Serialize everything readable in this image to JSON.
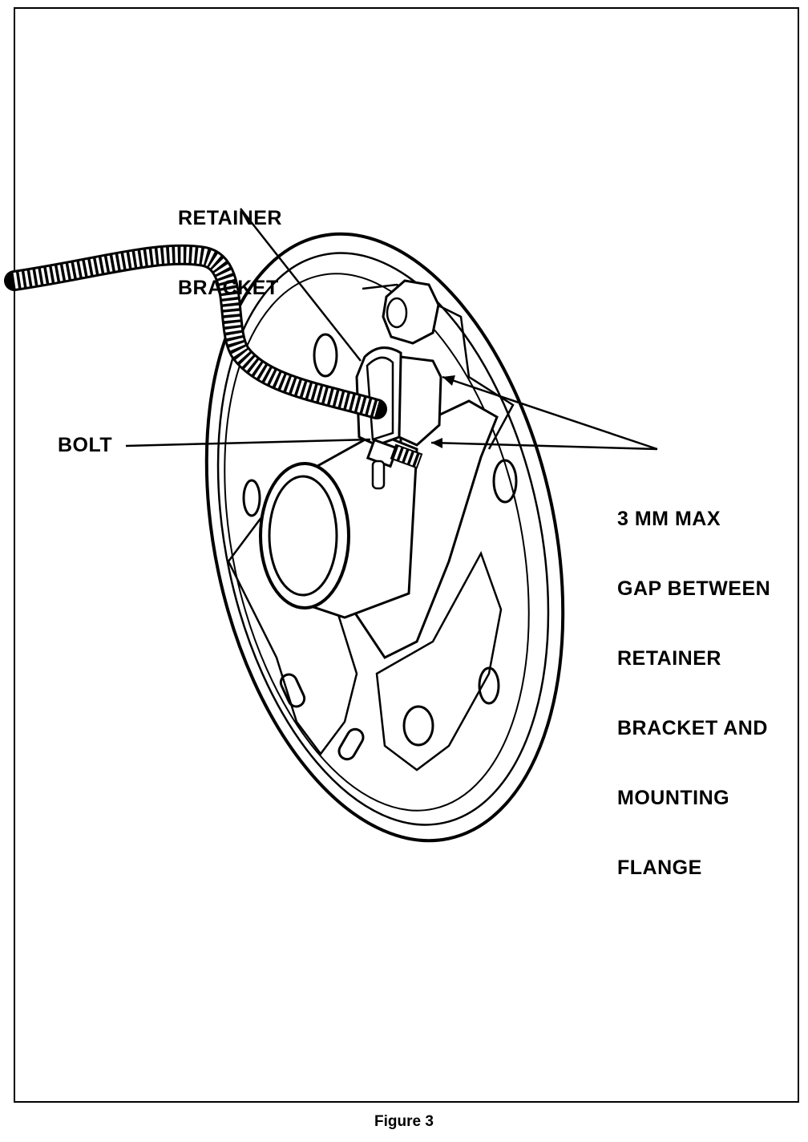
{
  "figure": {
    "caption": "Figure 3",
    "labels": {
      "retainer_bracket": [
        "RETAINER",
        "BRACKET"
      ],
      "bolt": "BOLT",
      "gap": [
        "3 MM MAX",
        "GAP BETWEEN",
        "RETAINER",
        "BRACKET AND",
        "MOUNTING",
        "FLANGE"
      ]
    }
  }
}
